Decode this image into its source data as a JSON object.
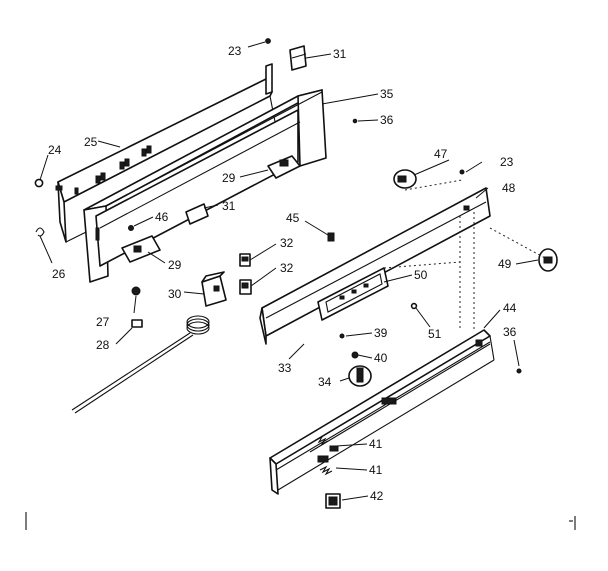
{
  "diagram": {
    "type": "exploded-parts-diagram",
    "labels": {
      "p23a": "23",
      "p31a": "31",
      "p35": "35",
      "p36a": "36",
      "p24": "24",
      "p25": "25",
      "p26": "26",
      "p29a": "29",
      "p46": "46",
      "p31b": "31",
      "p29b": "29",
      "p27": "27",
      "p28": "28",
      "p30": "30",
      "p45": "45",
      "p32a": "32",
      "p32b": "32",
      "p47": "47",
      "p23b": "23",
      "p48": "48",
      "p49": "49",
      "p50": "50",
      "p51": "51",
      "p44": "44",
      "p36b": "36",
      "p39": "39",
      "p40": "40",
      "p33": "33",
      "p34": "34",
      "p41a": "41",
      "p41b": "41",
      "p42": "42"
    }
  }
}
